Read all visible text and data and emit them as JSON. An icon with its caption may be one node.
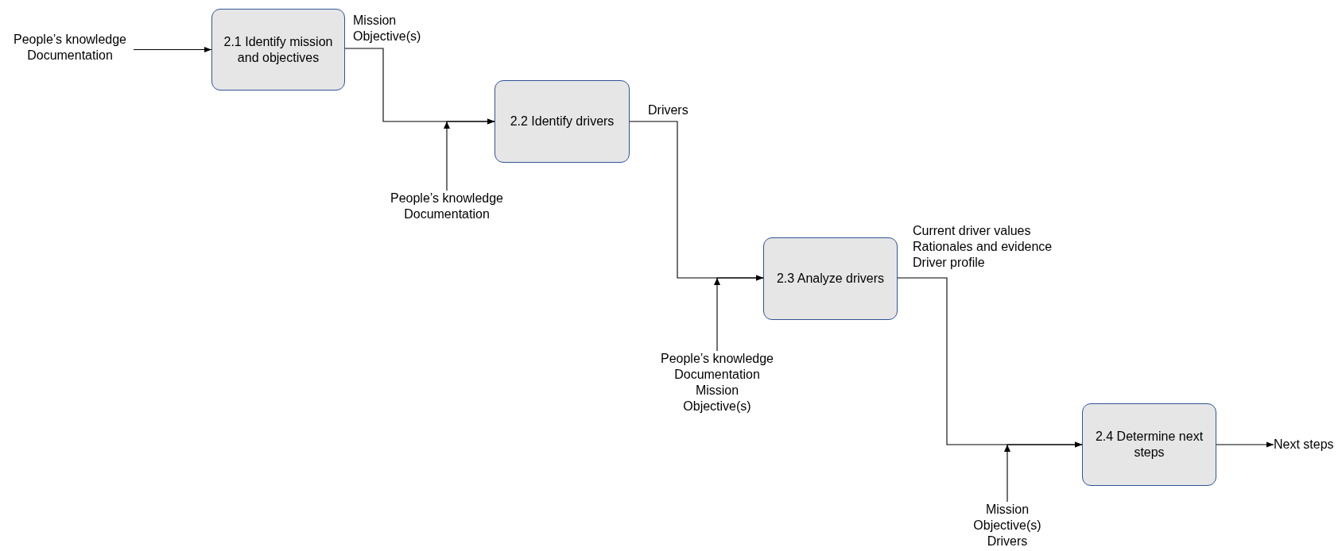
{
  "diagram": {
    "nodes": [
      {
        "text": [
          "People’s knowledge",
          "Documentation"
        ]
      },
      {
        "text": [
          "2.1 Identify mission and objectives"
        ]
      },
      {
        "text": [
          "2.2 Identify drivers"
        ]
      },
      {
        "text": [
          "People’s knowledge",
          "Documentation"
        ]
      },
      {
        "text": [
          "2.3 Analyze drivers"
        ]
      },
      {
        "text": [
          "People’s knowledge",
          "Documentation",
          "Mission",
          "Objective(s)"
        ]
      },
      {
        "text": [
          "2.4 Determine next steps"
        ]
      },
      {
        "text": [
          "Mission",
          "Objective(s)",
          "Drivers"
        ]
      },
      {
        "text": [
          "Next steps"
        ]
      }
    ],
    "edges": [
      {
        "from": 0,
        "to": 1,
        "arrow": "to"
      },
      {
        "from": 1,
        "to": 2,
        "arrow": "to",
        "label": "Mission Objective(s)"
      },
      {
        "from": 3,
        "to": 2,
        "arrow": "to"
      },
      {
        "from": 2,
        "to": 4,
        "arrow": "to",
        "label": "Drivers"
      },
      {
        "from": 5,
        "to": 4,
        "arrow": "to"
      },
      {
        "from": 4,
        "to": 6,
        "arrow": "to",
        "label": "Current driver values Rationales and evidence Driver profile"
      },
      {
        "from": 7,
        "to": 6,
        "arrow": "to"
      },
      {
        "from": 6,
        "to": 8,
        "arrow": "to"
      }
    ]
  }
}
